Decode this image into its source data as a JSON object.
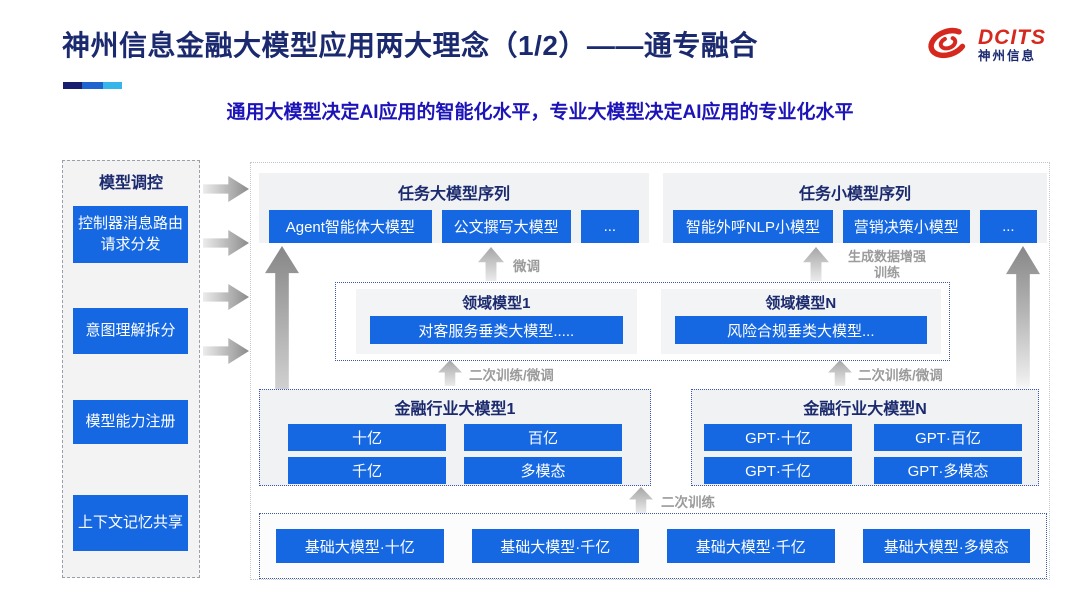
{
  "header": {
    "title": "神州信息金融大模型应用两大理念（1/2）——通专融合",
    "subtitle": "通用大模型决定AI应用的智能化水平，专业大模型决定AI应用的专业化水平",
    "logo": {
      "brand": "DCITS",
      "brand_cn": "神州信息"
    }
  },
  "sidebar": {
    "title": "模型调控",
    "items": [
      {
        "label": "控制器消息路由请求分发"
      },
      {
        "label": "意图理解拆分"
      },
      {
        "label": "模型能力注册"
      },
      {
        "label": "上下文记忆共享"
      }
    ]
  },
  "diagram": {
    "task_large_panel": {
      "title": "任务大模型序列",
      "items": [
        "Agent智能体大模型",
        "公文撰写大模型",
        "..."
      ]
    },
    "task_small_panel": {
      "title": "任务小模型序列",
      "items": [
        "智能外呼NLP小模型",
        "营销决策小模型",
        "..."
      ]
    },
    "labels": {
      "fine_tune": "微调",
      "gen_data_line1": "生成数据增强",
      "gen_data_line2": "训练",
      "secondary_ft_left": "二次训练/微调",
      "secondary_ft_right": "二次训练/微调",
      "secondary_train": "二次训练"
    },
    "domain_panels": [
      {
        "title": "领域模型1",
        "item": "对客服务垂类大模型....."
      },
      {
        "title": "领域模型N",
        "item": "风险合规垂类大模型..."
      }
    ],
    "industry_panels": [
      {
        "title": "金融行业大模型1",
        "items": [
          "十亿",
          "百亿",
          "千亿",
          "多模态"
        ]
      },
      {
        "title": "金融行业大模型N",
        "items": [
          "GPT·十亿",
          "GPT·百亿",
          "GPT·千亿",
          "GPT·多模态"
        ]
      }
    ],
    "base_models": [
      "基础大模型·十亿",
      "基础大模型·千亿",
      "基础大模型·千亿",
      "基础大模型·多模态"
    ]
  },
  "colors": {
    "accent_navy": "#151f6d",
    "accent_blue": "#1e63d0",
    "accent_cyan": "#35b5ea",
    "button_blue": "#1568e2",
    "brand_red": "#d5281e",
    "title_navy": "#1b2a6e",
    "subtitle_blue": "#1d14b8"
  }
}
